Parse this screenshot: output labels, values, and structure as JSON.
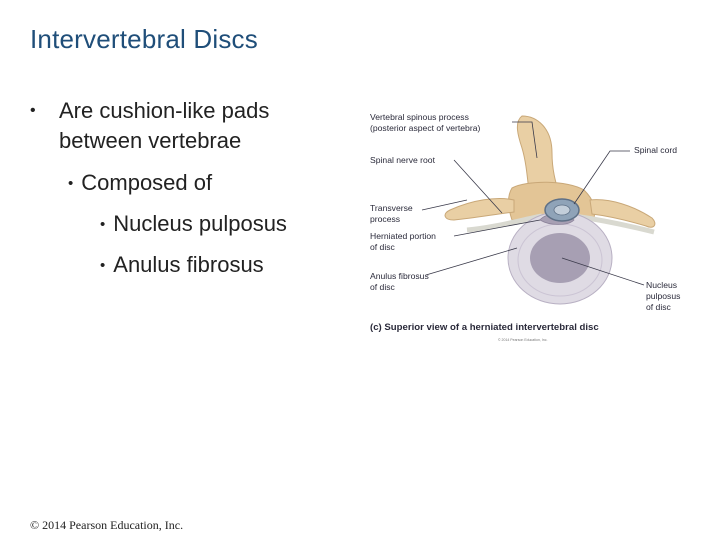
{
  "slide": {
    "title": "Intervertebral Discs",
    "bullets": [
      {
        "level": 1,
        "text": "Are cushion-like pads between vertebrae"
      },
      {
        "level": 2,
        "text": "Composed of"
      },
      {
        "level": 3,
        "text": "Nucleus pulposus"
      },
      {
        "level": 3,
        "text": "Anulus fibrosus"
      }
    ],
    "footer": "© 2014 Pearson Education, Inc."
  },
  "figure": {
    "labels": {
      "spinous_1": "Vertebral spinous process",
      "spinous_2": "(posterior aspect of vertebra)",
      "spinal_nerve_root": "Spinal nerve root",
      "spinal_cord": "Spinal cord",
      "transverse_1": "Transverse",
      "transverse_2": "process",
      "herniated_1": "Herniated portion",
      "herniated_2": "of disc",
      "anulus_1": "Anulus fibrosus",
      "anulus_2": "of disc",
      "nucleus_1": "Nucleus",
      "nucleus_2": "pulposus",
      "nucleus_3": "of disc"
    },
    "caption": "(c) Superior view of a herniated intervertebral disc",
    "credit": "© 2014 Pearson Education, Inc.",
    "colors": {
      "bone": "#e9cfa4",
      "bone_shade": "#c9a878",
      "disc_outer": "#dfdbe4",
      "nucleus": "#a79fb3",
      "cord": "#7a8fa6",
      "leader_lines": "#3a3a4a"
    }
  }
}
